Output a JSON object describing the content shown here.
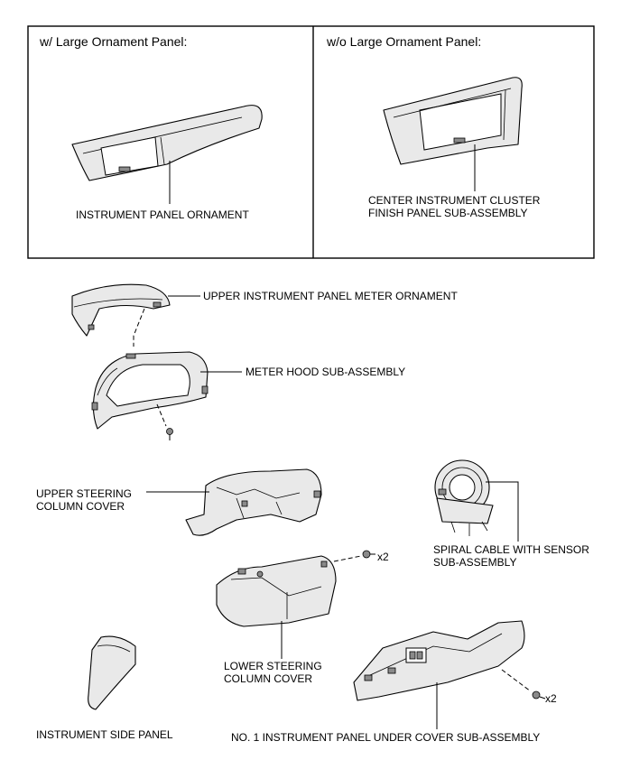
{
  "panels": {
    "left_header": "w/ Large Ornament Panel:",
    "right_header": "w/o Large Ornament Panel:"
  },
  "labels": {
    "instrument_panel_ornament": "INSTRUMENT PANEL ORNAMENT",
    "center_cluster_line1": "CENTER INSTRUMENT CLUSTER",
    "center_cluster_line2": "FINISH PANEL SUB-ASSEMBLY",
    "upper_meter_ornament": "UPPER INSTRUMENT PANEL METER ORNAMENT",
    "meter_hood": "METER HOOD SUB-ASSEMBLY",
    "upper_column_cover_line1": "UPPER STEERING",
    "upper_column_cover_line2": "COLUMN COVER",
    "spiral_cable_line1": "SPIRAL CABLE WITH SENSOR",
    "spiral_cable_line2": "SUB-ASSEMBLY",
    "lower_column_cover_line1": "LOWER STEERING",
    "lower_column_cover_line2": "COLUMN COVER",
    "instrument_side_panel": "INSTRUMENT SIDE PANEL",
    "under_cover": "NO. 1 INSTRUMENT PANEL UNDER COVER SUB-ASSEMBLY",
    "qty_screws_lower": "x2",
    "qty_screws_under": "x2"
  }
}
